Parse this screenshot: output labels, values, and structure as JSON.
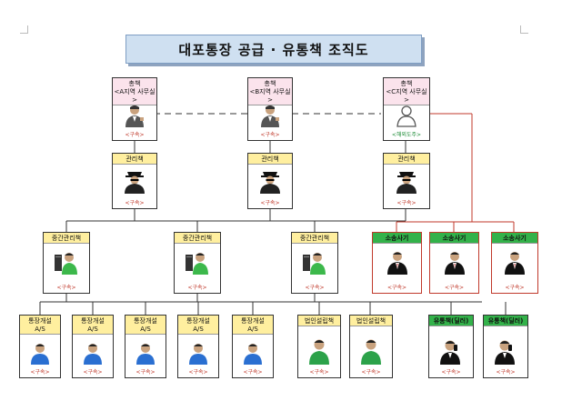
{
  "title": "대포통장 공급 · 유통책 조직도",
  "bosses": [
    {
      "role": "총책",
      "office": "<A지역 사무실>",
      "status": "<구속>"
    },
    {
      "role": "총책",
      "office": "<B지역 사무실>",
      "status": "<구속>"
    },
    {
      "role": "총책",
      "office": "<C지역 사무실>",
      "status": "<해외도주>"
    }
  ],
  "managers": [
    {
      "role": "관리책",
      "status": "<구속>"
    },
    {
      "role": "관리책",
      "status": "<구속>"
    },
    {
      "role": "관리책",
      "status": "<구속>"
    }
  ],
  "mid_managers": [
    {
      "role": "중간관리책",
      "status": "<구속>"
    },
    {
      "role": "중간관리책",
      "status": "<구속>"
    },
    {
      "role": "중간관리책",
      "status": "<구속>"
    }
  ],
  "lawsuit": [
    {
      "role": "소송사기",
      "status": "<구속>"
    },
    {
      "role": "소송사기",
      "status": "<구속>"
    },
    {
      "role": "소송사기",
      "status": "<구속>"
    }
  ],
  "bottom": [
    {
      "role": "통장개설",
      "sub": "A/S",
      "status": "<구속>"
    },
    {
      "role": "통장개설",
      "sub": "A/S",
      "status": "<구속>"
    },
    {
      "role": "통장개설",
      "sub": "A/S",
      "status": "<구속>"
    },
    {
      "role": "통장개설",
      "sub": "A/S",
      "status": "<구속>"
    },
    {
      "role": "통장개설",
      "sub": "A/S",
      "status": "<구속>"
    },
    {
      "role": "법인설립책",
      "sub": "",
      "status": "<구속>"
    },
    {
      "role": "법인설립책",
      "sub": "",
      "status": "<구속>"
    },
    {
      "role": "유통책(딜러)",
      "sub": "",
      "status": "<구속>"
    },
    {
      "role": "유통책(딜러)",
      "sub": "",
      "status": "<구속>"
    }
  ],
  "colors": {
    "red_line": "#c0392b",
    "title_bg": "#cfe0f1",
    "green_header": "#33b24a",
    "yellow_header": "#ffef9f",
    "pink_header": "#fbe3ec"
  }
}
